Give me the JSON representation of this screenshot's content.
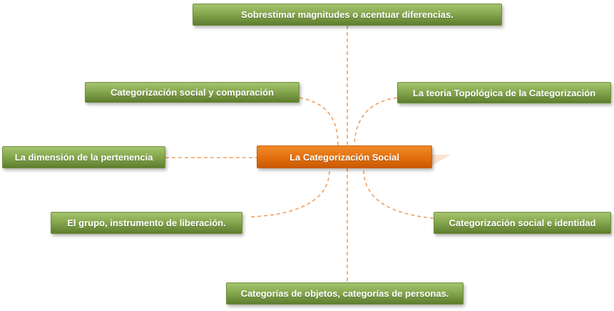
{
  "diagram": {
    "center": {
      "label": "La Categorización Social",
      "color": "#e36e0c"
    },
    "nodes": [
      {
        "id": "top",
        "label": "Sobrestimar magnitudes o acentuar diferencias."
      },
      {
        "id": "upper-left",
        "label": "Categorización social y comparación"
      },
      {
        "id": "upper-right",
        "label": "La teoria Topológica de la Categorización"
      },
      {
        "id": "left",
        "label": "La dimensión de la pertenencia"
      },
      {
        "id": "lower-left",
        "label": "El grupo, instrumento de liberación."
      },
      {
        "id": "lower-right",
        "label": "Categorización social e identidad"
      },
      {
        "id": "bottom",
        "label": "Categorías de objetos, categorías de personas."
      }
    ],
    "node_color": "#86a84e",
    "connector_color": "#f0a060"
  }
}
